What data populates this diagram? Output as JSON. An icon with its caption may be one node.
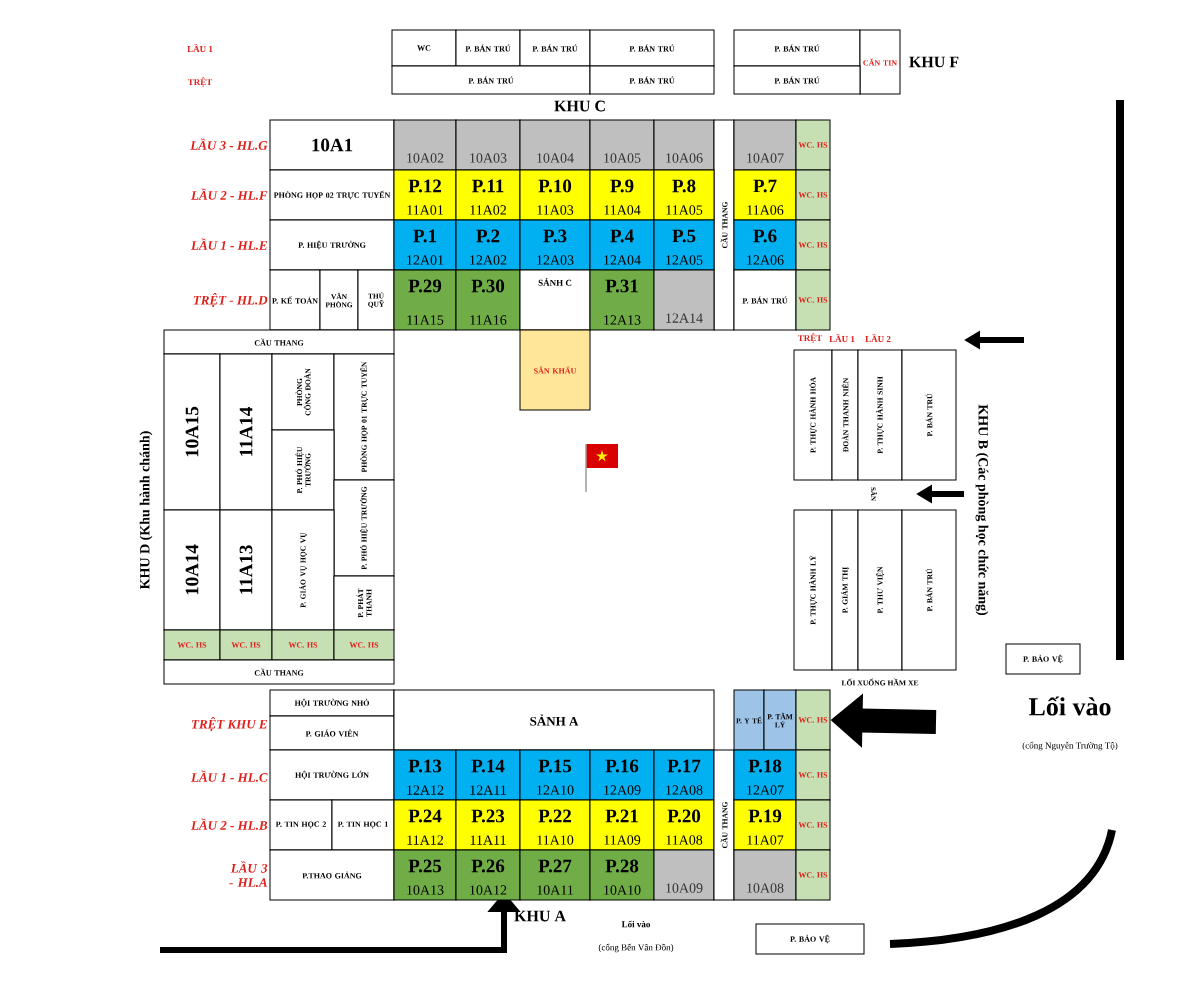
{
  "diagram": {
    "nodes": [
      {
        "text": [
          "WC"
        ]
      },
      {
        "text": [
          "P. BÁN TRÚ"
        ]
      },
      {
        "text": [
          "P. BÁN TRÚ"
        ]
      },
      {
        "text": [
          "P. BÁN TRÚ"
        ]
      },
      {
        "text": [
          "P. BÁN TRÚ"
        ]
      },
      {
        "text": [
          "CĂN TIN"
        ]
      },
      {
        "text": [
          "P. BÁN TRÚ"
        ]
      },
      {
        "text": [
          "P. BÁN TRÚ"
        ]
      },
      {
        "text": [
          "P. BÁN TRÚ"
        ]
      },
      {
        "text": [
          "10A1"
        ]
      },
      {
        "text": [
          "10A02"
        ]
      },
      {
        "text": [
          "10A03"
        ]
      },
      {
        "text": [
          "10A04"
        ]
      },
      {
        "text": [
          "10A05"
        ]
      },
      {
        "text": [
          "10A06"
        ]
      },
      {
        "text": [
          "CẦU THANG"
        ]
      },
      {
        "text": [
          "10A07"
        ]
      },
      {
        "text": [
          "WC. HS"
        ]
      },
      {
        "text": [
          "PHÒNG HỌP 02 TRỰC TUYẾN"
        ]
      },
      {
        "text": [
          "P.12",
          "11A01"
        ]
      },
      {
        "text": [
          "P.11",
          "11A02"
        ]
      },
      {
        "text": [
          "P.10",
          "11A03"
        ]
      },
      {
        "text": [
          "P.9",
          "11A04"
        ]
      },
      {
        "text": [
          "P.8",
          "11A05"
        ]
      },
      {
        "text": [
          "P.7",
          "11A06"
        ]
      },
      {
        "text": [
          "WC. HS"
        ]
      },
      {
        "text": [
          "P. HIỆU TRƯỞNG"
        ]
      },
      {
        "text": [
          "P.1",
          "12A01"
        ]
      },
      {
        "text": [
          "P.2",
          "12A02"
        ]
      },
      {
        "text": [
          "P.3",
          "12A03"
        ]
      },
      {
        "text": [
          "P.4",
          "12A04"
        ]
      },
      {
        "text": [
          "P.5",
          "12A05"
        ]
      },
      {
        "text": [
          "P.6",
          "12A06"
        ]
      },
      {
        "text": [
          "WC. HS"
        ]
      },
      {
        "text": [
          "P. KẾ TOÁN"
        ]
      },
      {
        "text": [
          "VĂN PHÒNG"
        ]
      },
      {
        "text": [
          "THỦ QUỸ"
        ]
      },
      {
        "text": [
          "P.29",
          "11A15"
        ]
      },
      {
        "text": [
          "P.30",
          "11A16"
        ]
      },
      {
        "text": [
          "SẢNH C"
        ]
      },
      {
        "text": [
          "P.31",
          "12A13"
        ]
      },
      {
        "text": [
          "12A14"
        ]
      },
      {
        "text": [
          "P. BÁN TRÚ"
        ]
      },
      {
        "text": [
          "WC. HS"
        ]
      },
      {
        "text": [
          "SÂN KHẤU"
        ]
      },
      {
        "text": [
          "CẦU THANG"
        ]
      },
      {
        "text": [
          "10A15"
        ]
      },
      {
        "text": [
          "11A14"
        ]
      },
      {
        "text": [
          "PHÒNG CÔNG ĐOÀN"
        ]
      },
      {
        "text": [
          "PHÒNG HỌP 01 TRỰC TUYẾN"
        ]
      },
      {
        "text": [
          "P. PHÓ HIỆU TRƯỞNG"
        ]
      },
      {
        "text": [
          "P. PHÓ HIỆU TRƯỞNG"
        ]
      },
      {
        "text": [
          "10A14"
        ]
      },
      {
        "text": [
          "11A13"
        ]
      },
      {
        "text": [
          "P. GIÁO VỤ HỌC VỤ"
        ]
      },
      {
        "text": [
          "P. PHÁT THANH"
        ]
      },
      {
        "text": [
          "WC. HS"
        ]
      },
      {
        "text": [
          "WC. HS"
        ]
      },
      {
        "text": [
          "WC. HS"
        ]
      },
      {
        "text": [
          "WC. HS"
        ]
      },
      {
        "text": [
          "CẦU THANG"
        ]
      },
      {
        "text": [
          "HỘI TRƯỜNG NHỎ"
        ]
      },
      {
        "text": [
          "P. GIÁO VIÊN"
        ]
      },
      {
        "text": [
          "SẢNH A"
        ]
      },
      {
        "text": [
          "HỘI TRƯỜNG LỚN"
        ]
      },
      {
        "text": [
          "P.13",
          "12A12"
        ]
      },
      {
        "text": [
          "P.14",
          "12A11"
        ]
      },
      {
        "text": [
          "P.15",
          "12A10"
        ]
      },
      {
        "text": [
          "P.16",
          "12A09"
        ]
      },
      {
        "text": [
          "P.17",
          "12A08"
        ]
      },
      {
        "text": [
          "P. TIN HỌC 2"
        ]
      },
      {
        "text": [
          "P. TIN HỌC 1"
        ]
      },
      {
        "text": [
          "P.24",
          "11A12"
        ]
      },
      {
        "text": [
          "P.23",
          "11A11"
        ]
      },
      {
        "text": [
          "P.22",
          "11A10"
        ]
      },
      {
        "text": [
          "P.21",
          "11A09"
        ]
      },
      {
        "text": [
          "P.20",
          "11A08"
        ]
      },
      {
        "text": [
          "P.THAO GIẢNG"
        ]
      },
      {
        "text": [
          "P.25",
          "10A13"
        ]
      },
      {
        "text": [
          "P.26",
          "10A12"
        ]
      },
      {
        "text": [
          "P.27",
          "10A11"
        ]
      },
      {
        "text": [
          "P.28",
          "10A10"
        ]
      },
      {
        "text": [
          "10A09"
        ]
      },
      {
        "text": [
          "CẦU THANG"
        ]
      },
      {
        "text": [
          "P. Y TẾ"
        ]
      },
      {
        "text": [
          "P. TÂM LÝ"
        ]
      },
      {
        "text": [
          "WC. HS"
        ]
      },
      {
        "text": [
          "P.18",
          "12A07"
        ]
      },
      {
        "text": [
          "WC. HS"
        ]
      },
      {
        "text": [
          "P.19",
          "11A07"
        ]
      },
      {
        "text": [
          "WC. HS"
        ]
      },
      {
        "text": [
          "10A08"
        ]
      },
      {
        "text": [
          "WC. HS"
        ]
      },
      {
        "text": [
          "P. BẢO VỆ"
        ]
      },
      {
        "text": [
          "P. THỰC HÀNH HÓA"
        ]
      },
      {
        "text": [
          "ĐOÀN THANH NIÊN"
        ]
      },
      {
        "text": [
          "P. THỰC HÀNH SINH"
        ]
      },
      {
        "text": [
          "P. BÁN TRÚ"
        ]
      },
      {
        "text": [
          "P. THỰC HÀNH LÝ"
        ]
      },
      {
        "text": [
          "P. GIÁM THỊ"
        ]
      },
      {
        "text": [
          "P. THƯ VIỆN"
        ]
      },
      {
        "text": [
          "P. BÁN TRÚ"
        ]
      },
      {
        "text": [
          "P. BẢO VỆ"
        ]
      }
    ],
    "edges": [
      {
        "from": null,
        "to": 86,
        "arrow": "to"
      }
    ],
    "labels": [
      "LẦU 1",
      "TRỆT",
      "KHU F",
      "KHU C",
      "LẦU 3 - HL.G",
      "LẦU 2 - HL.F",
      "LẦU 1 - HL.E",
      "TRỆT - HL.D",
      "TRỆT",
      "LẦU 1",
      "LẦU 2",
      "KHU D (Khu hành chánh)",
      "KHU B (Các phòng học chức năng)",
      "SÂN",
      "LỐI XUỐNG HẦM XE",
      "Lối vào",
      "(cổng Nguyễn Trường Tộ)",
      "TRỆT KHU E",
      "LẦU 1 - HL.C",
      "LẦU 2 - HL.B",
      "LẦU 3 - HL.A",
      "KHU A",
      "Lối vào",
      "(cổng Bến Vân Đồn)"
    ]
  }
}
